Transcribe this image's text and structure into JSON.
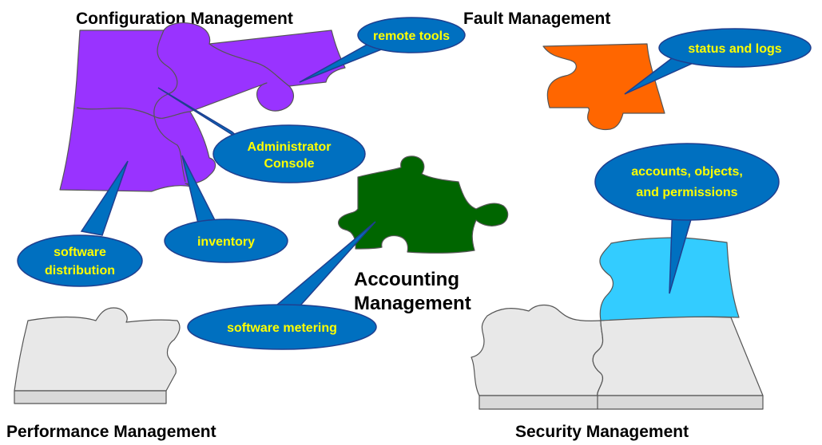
{
  "headings": {
    "configuration": "Configuration Management",
    "fault": "Fault Management",
    "accounting_line1": "Accounting",
    "accounting_line2": "Management",
    "performance": "Performance Management",
    "security": "Security Management"
  },
  "callouts": {
    "remote_tools": "remote tools",
    "status_logs": "status and logs",
    "admin_console_line1": "Administrator",
    "admin_console_line2": "Console",
    "accounts_line1": "accounts, objects,",
    "accounts_line2": "and permissions",
    "inventory": "inventory",
    "software_distribution_line1": "software",
    "software_distribution_line2": "distribution",
    "software_metering": "software metering"
  },
  "colors": {
    "configuration": "#9933ff",
    "fault": "#ff6600",
    "accounting": "#006600",
    "security_blue": "#33ccff",
    "gray_piece": "#e8e8e8",
    "callout_fill": "#0070c0",
    "callout_text": "#ffff00"
  }
}
